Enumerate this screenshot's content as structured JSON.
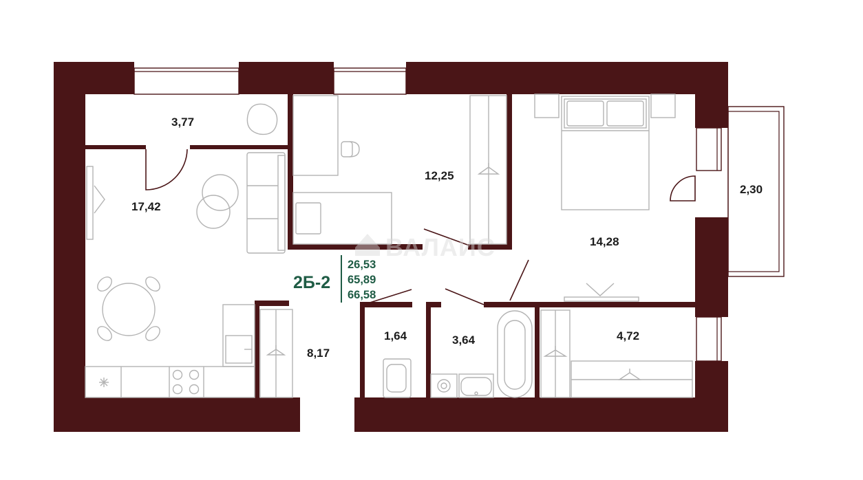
{
  "colors": {
    "wall": "#4a1517",
    "accent": "#1f5c45",
    "furniture": "#b3b3b3",
    "label": "#1c1c1c",
    "background": "#ffffff"
  },
  "apartment": {
    "type": "2Б-2",
    "areas": [
      "26,53",
      "65,89",
      "66,58"
    ]
  },
  "rooms": {
    "vestibule": "3,77",
    "kitchen_living": "17,42",
    "bedroom_small": "12,25",
    "bedroom_main": "14,28",
    "balcony": "2,30",
    "hall": "8,17",
    "wc": "1,64",
    "bathroom": "3,64",
    "wardrobe": "4,72"
  },
  "watermark": {
    "text": "ВАЛАИС",
    "icon": "house-logo-icon"
  }
}
